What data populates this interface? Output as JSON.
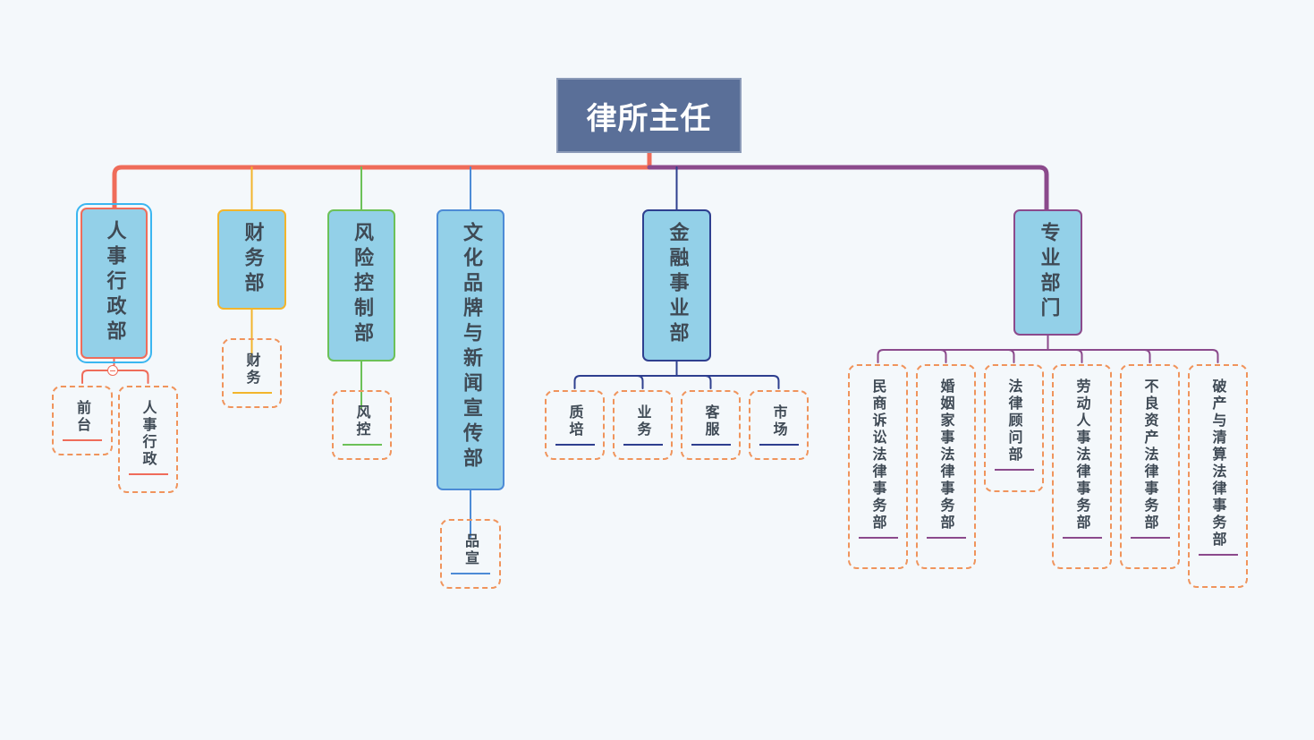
{
  "root": {
    "label": "律所主任"
  },
  "colors": {
    "hr": "#ef6c5a",
    "finance": "#f2b52c",
    "risk": "#6cc158",
    "culture": "#4d8bd6",
    "financial_business": "#2e3f8f",
    "professional": "#8b4a8c",
    "sub_border": "#f0945c",
    "node_fill": "#93d0e8"
  },
  "departments": [
    {
      "id": "hr",
      "label": "人事行政部",
      "children": [
        "前台",
        "人事行政"
      ]
    },
    {
      "id": "finance",
      "label": "财务部",
      "children": [
        "财务"
      ]
    },
    {
      "id": "risk",
      "label": "风险控制部",
      "children": [
        "风控"
      ]
    },
    {
      "id": "culture",
      "label": "文化品牌与新闻宣传部",
      "children": [
        "品宣"
      ]
    },
    {
      "id": "financial_business",
      "label": "金融事业部",
      "children": [
        "质培",
        "业务",
        "客服",
        "市场"
      ]
    },
    {
      "id": "professional",
      "label": "专业部门",
      "children": [
        "民商诉讼法律事务部",
        "婚姻家事法律事务部",
        "法律顾问部",
        "劳动人事法律事务部",
        "不良资产法律事务部",
        "破产与清算法律事务部"
      ]
    }
  ]
}
